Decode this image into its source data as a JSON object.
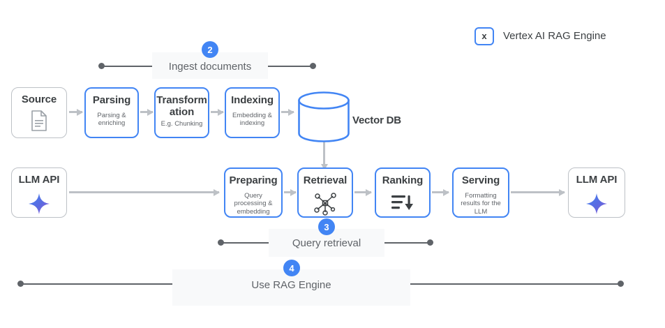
{
  "legend": {
    "chip_label": "x",
    "text": "Vertex AI RAG Engine",
    "chip_border_color": "#4285F4"
  },
  "colors": {
    "accent_blue": "#4285F4",
    "node_border_gray": "#bdc1c6",
    "text_dark": "#3c4043",
    "text_muted": "#5f6368",
    "phase_bar_bg": "#f8f9fa"
  },
  "ingest_row": {
    "nodes": [
      {
        "title": "Source",
        "sub": "",
        "icon": "document-icon",
        "style": "gray"
      },
      {
        "title": "Parsing",
        "sub": "Parsing & enriching",
        "icon": "",
        "style": "blue"
      },
      {
        "title": "Transform ation",
        "sub": "E.g. Chunking",
        "icon": "",
        "style": "blue"
      },
      {
        "title": "Indexing",
        "sub": "Embedding & indexing",
        "icon": "",
        "style": "blue"
      }
    ],
    "vector_db": {
      "title": "Vector DB",
      "icon": "cylinder-icon"
    }
  },
  "query_row": {
    "nodes": [
      {
        "title": "LLM API",
        "sub": "",
        "icon": "sparkle-icon",
        "style": "gray"
      },
      {
        "title": "Preparing",
        "sub": "Query processing & embedding",
        "icon": "",
        "style": "blue"
      },
      {
        "title": "Retrieval",
        "sub": "",
        "icon": "node-graph-icon",
        "style": "blue"
      },
      {
        "title": "Ranking",
        "sub": "",
        "icon": "sort-down-icon",
        "style": "blue"
      },
      {
        "title": "Serving",
        "sub": "Formatting results for the LLM",
        "icon": "",
        "style": "blue"
      },
      {
        "title": "LLM API",
        "sub": "",
        "icon": "sparkle-icon",
        "style": "gray"
      }
    ]
  },
  "phases": [
    {
      "step": "2",
      "label": "Ingest documents"
    },
    {
      "step": "3",
      "label": "Query retrieval"
    },
    {
      "step": "4",
      "label": "Use RAG Engine"
    }
  ]
}
